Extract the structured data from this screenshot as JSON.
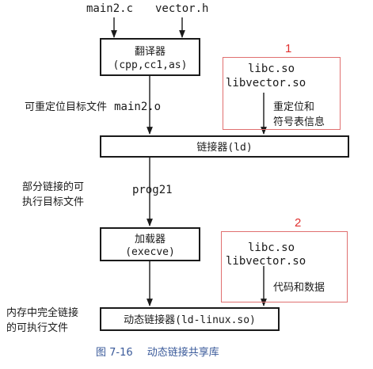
{
  "inputs": {
    "main2_c": "main2.c",
    "vector_h": "vector.h"
  },
  "translator": {
    "title": "翻译器",
    "sub": "(cpp,cc1,as)"
  },
  "reloc_label": {
    "cn": "可重定位目标文件",
    "file": "main2.o"
  },
  "libs_top": {
    "libc": "libc.so",
    "libvector": "libvector.so",
    "info_line1": "重定位和",
    "info_line2": "符号表信息",
    "marker": "1"
  },
  "linker": {
    "title": "链接器",
    "sub": "(ld)"
  },
  "partial_exec": {
    "line1": "部分链接的可",
    "line2": "执行目标文件",
    "file": "prog21"
  },
  "loader": {
    "title": "加载器",
    "sub": "(execve)"
  },
  "libs_bottom": {
    "libc": "libc.so",
    "libvector": "libvector.so",
    "info": "代码和数据",
    "marker": "2"
  },
  "full_exec": {
    "line1": "内存中完全链接",
    "line2": "的可执行文件"
  },
  "dynlinker": {
    "title": "动态链接器",
    "sub": "(ld-linux.so)"
  },
  "caption": {
    "fig": "图 7-16",
    "text": "动态链接共享库"
  },
  "colors": {
    "line": "#1a1a1a",
    "marker": "#e0302f",
    "markerbox": "#e07070",
    "caption": "#3a5a9a"
  }
}
